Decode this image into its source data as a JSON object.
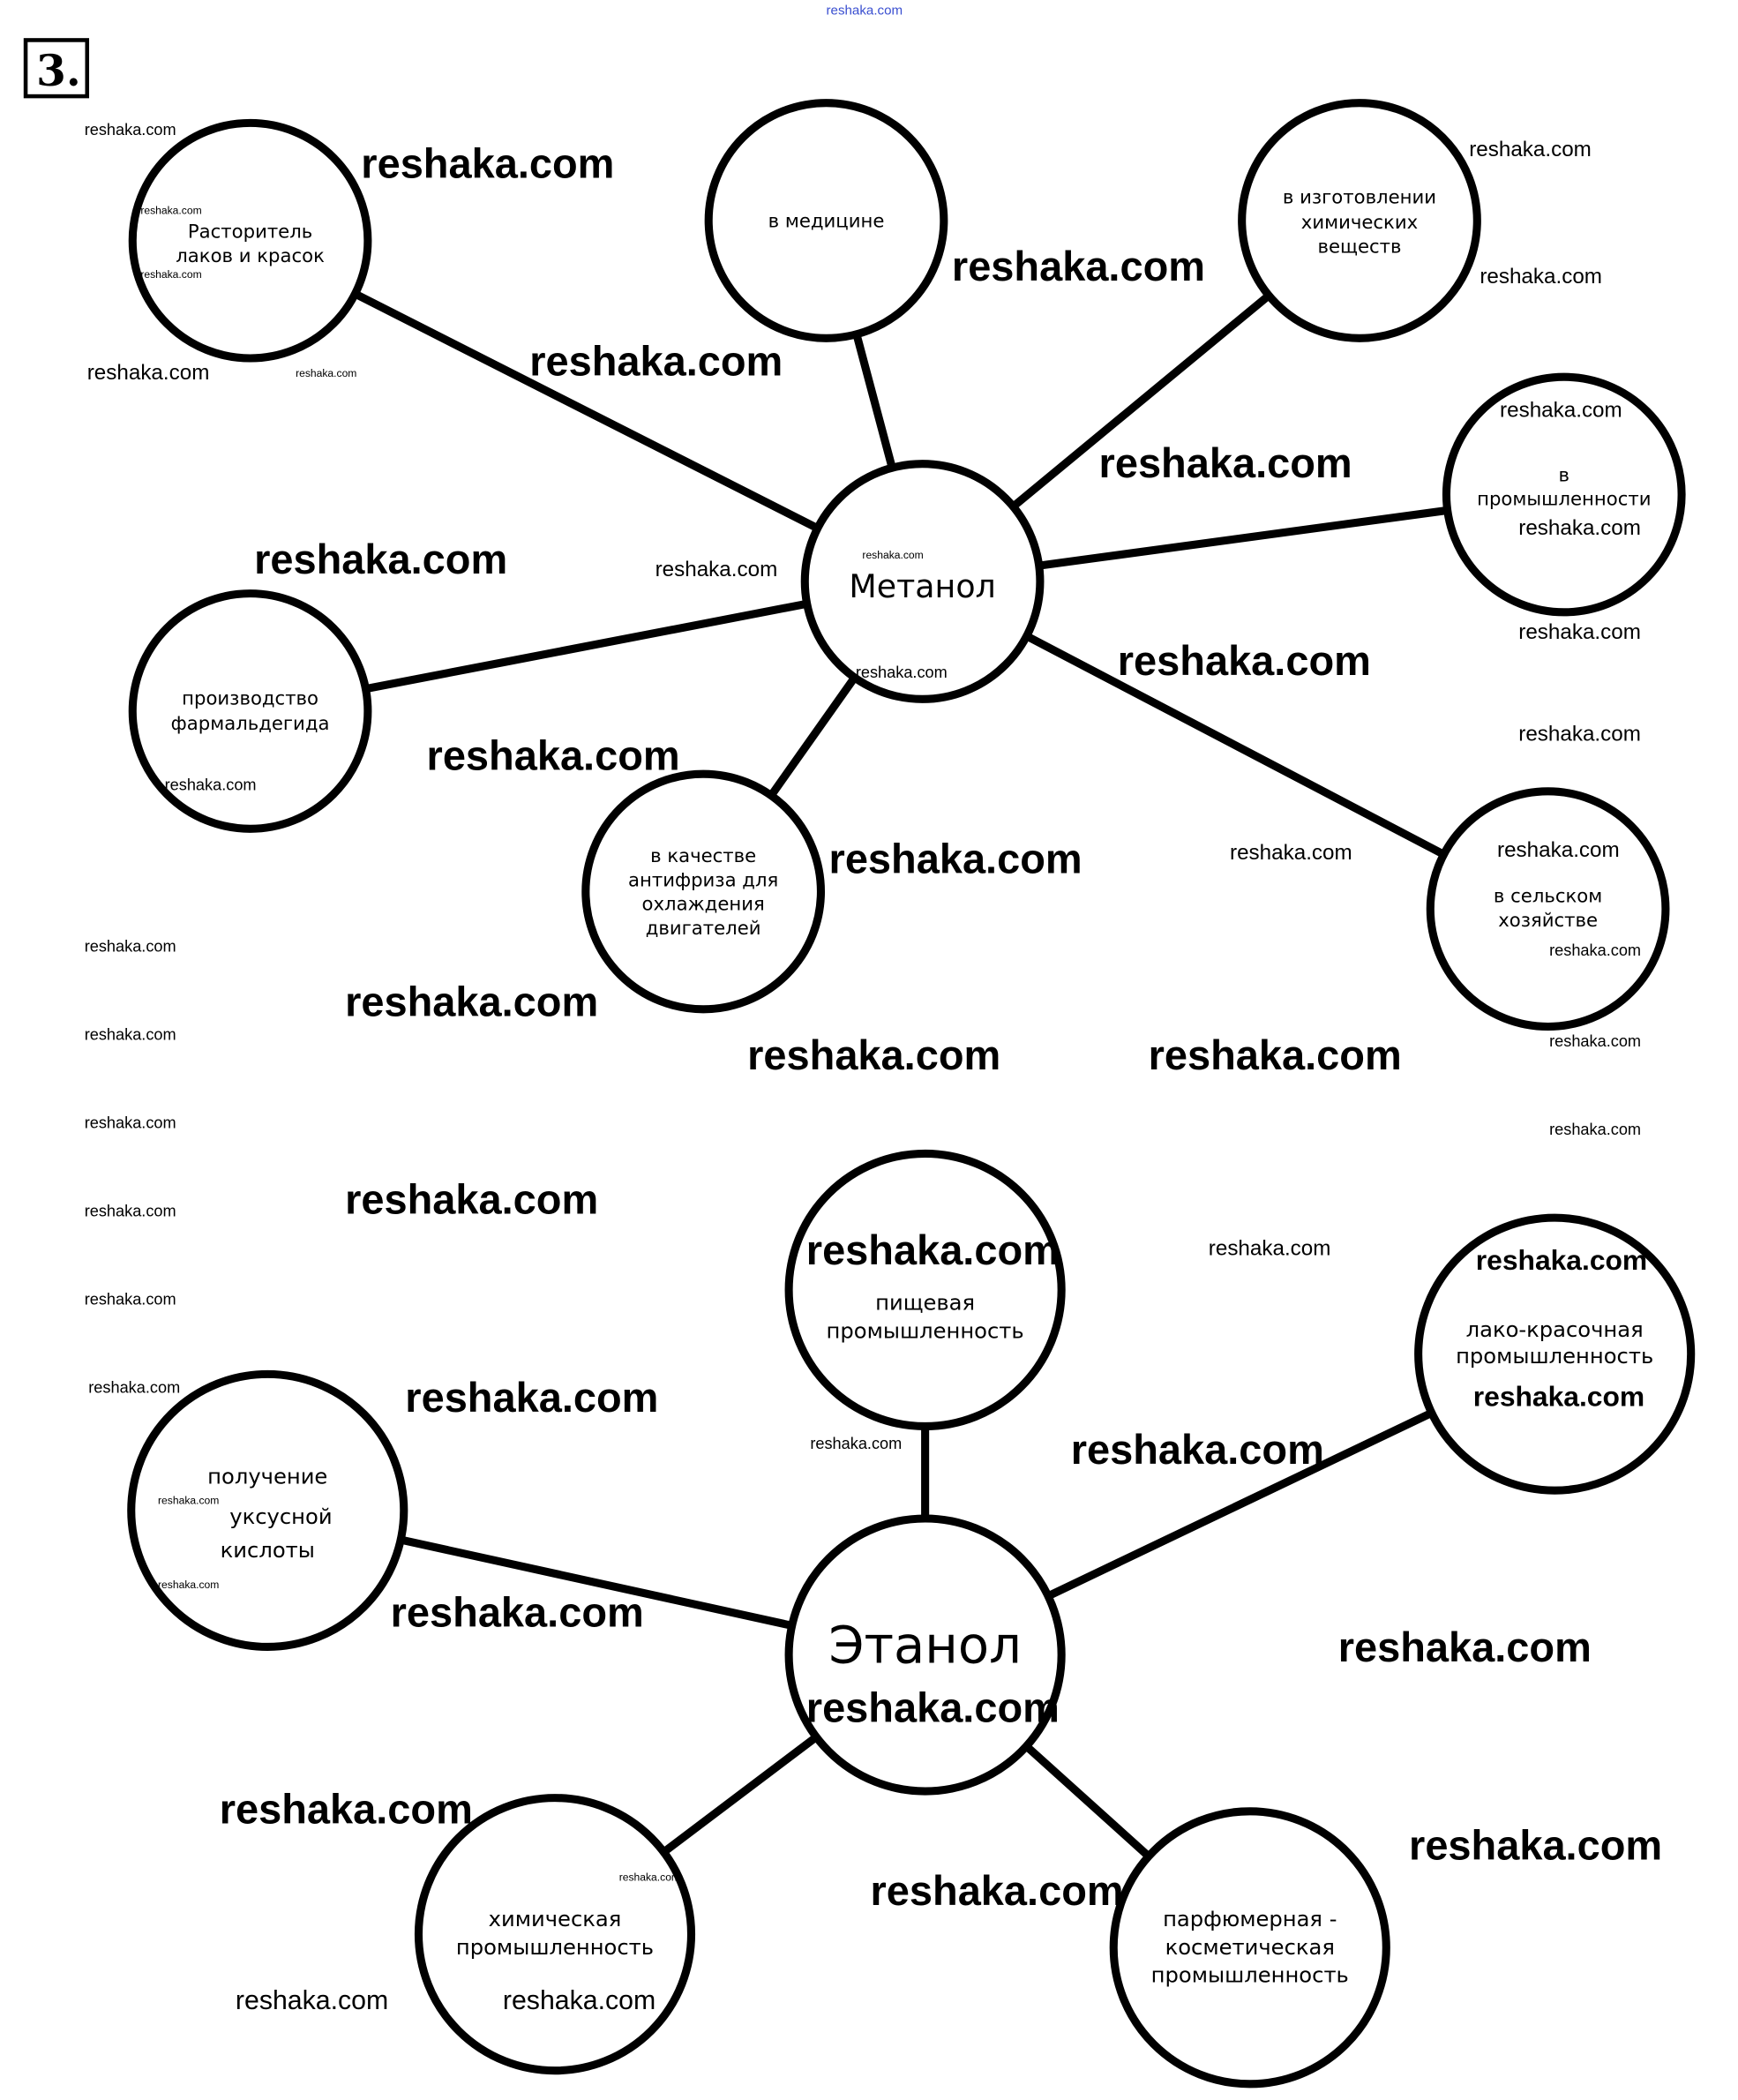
{
  "task_number": "3.",
  "watermark": "reshaka.com",
  "methanol": {
    "center": "Метанол",
    "uses": [
      [
        "Расторитель",
        "лаков и красок"
      ],
      [
        "в медицине"
      ],
      [
        "в изготовлении",
        "химических",
        "веществ"
      ],
      [
        "в",
        "промышленности"
      ],
      [
        "производство",
        "фармальдегида"
      ],
      [
        "в качестве",
        "антифриза для",
        "охлаждения",
        "двигателей"
      ],
      [
        "в сельском",
        "хозяйстве"
      ]
    ]
  },
  "ethanol": {
    "center": "Этанол",
    "uses": [
      [
        "пищевая",
        "промышленность"
      ],
      [
        "лако-красочная",
        "промышленность"
      ],
      [
        "получение",
        "уксусной",
        "кислоты"
      ],
      [
        "химическая",
        "промышленность"
      ],
      [
        "парфюмерная -",
        "косметическая",
        "промышленность"
      ]
    ]
  },
  "colors": {
    "ink": "#000000",
    "top_watermark": "#3a4fd0"
  }
}
